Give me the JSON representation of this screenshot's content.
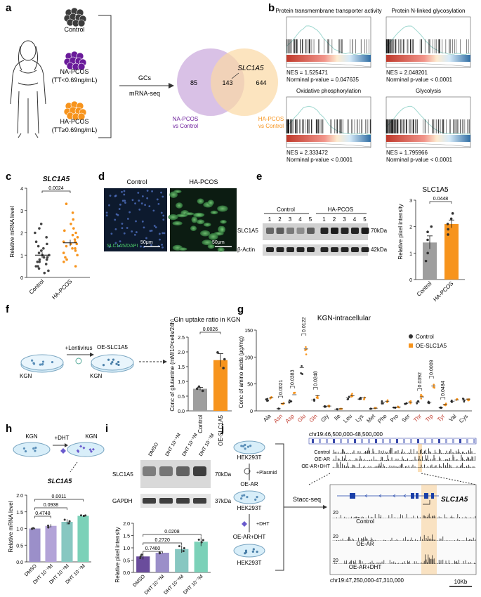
{
  "panels": [
    "a",
    "b",
    "c",
    "d",
    "e",
    "f",
    "g",
    "h",
    "i",
    "j"
  ],
  "a": {
    "groups": [
      {
        "label": "Control",
        "color": "#3d3d3d"
      },
      {
        "label": "NA-PCOS",
        "sub": "(TT<0.69ng/mL)",
        "color": "#6a1b9a"
      },
      {
        "label": "HA-PCOS",
        "sub": "(TT≥0.69ng/mL)",
        "color": "#f7941d"
      }
    ],
    "arrow_top": "GCs",
    "arrow_bottom": "mRNA-seq",
    "venn": {
      "left_only": "85",
      "overlap": "143",
      "right_only": "644",
      "gene": "SLC1A5",
      "left_label": [
        "NA-PCOS",
        "vs Control"
      ],
      "right_label": [
        "HA-PCOS",
        "vs Control"
      ],
      "left_color": "#c9a7dc",
      "right_color": "#fbd9a4"
    }
  },
  "b": {
    "plots": [
      {
        "title": "Protein transmembrane transporter activity",
        "nes": "NES = 1.525471",
        "p": "Norminal p-value = 0.047635"
      },
      {
        "title": "Protein N-linked glycosylation",
        "nes": "NES = 2.048201",
        "p": "Norminal p-value < 0.0001"
      },
      {
        "title": "Oxidative phosphorylation",
        "nes": "NES = 2.333472",
        "p": "Norminal p-value < 0.0001"
      },
      {
        "title": "Glycolysis",
        "nes": "NES = 1.795966",
        "p": "Norminal p-value < 0.0001"
      }
    ]
  },
  "chart_data": [
    {
      "panel": "c",
      "type": "scatter",
      "title": "SLC1A5",
      "ylabel": "Relative mRNA level",
      "categories": [
        "Control",
        "HA-PCOS"
      ],
      "ylim": [
        0,
        4
      ],
      "yticks": [
        0,
        1,
        2,
        3,
        4
      ],
      "series": [
        {
          "name": "Control",
          "mean": 1.0,
          "sem": 0.13,
          "color": "#444444",
          "values": [
            0.2,
            0.3,
            0.4,
            0.5,
            0.5,
            0.6,
            0.7,
            0.7,
            0.8,
            0.8,
            0.9,
            0.9,
            1.0,
            1.0,
            1.1,
            1.2,
            1.2,
            1.3,
            1.4,
            1.5,
            1.6,
            1.8,
            2.0,
            2.2,
            2.4
          ]
        },
        {
          "name": "HA-PCOS",
          "mean": 1.55,
          "sem": 0.14,
          "color": "#f7941d",
          "values": [
            0.5,
            0.7,
            0.8,
            0.9,
            1.0,
            1.1,
            1.2,
            1.3,
            1.3,
            1.4,
            1.5,
            1.5,
            1.6,
            1.6,
            1.7,
            1.8,
            1.9,
            2.0,
            2.1,
            2.2,
            2.4,
            2.6,
            2.9,
            3.3
          ]
        }
      ],
      "annotation": "0.0024"
    },
    {
      "panel": "e",
      "type": "bar",
      "title": "SLC1A5",
      "ylabel": "Relative pixel intensity",
      "categories": [
        "Control",
        "HA-PCOS"
      ],
      "values": [
        1.4,
        2.1
      ],
      "errors": [
        0.25,
        0.15
      ],
      "points": [
        [
          0.7,
          1.0,
          1.5,
          1.8,
          2.0
        ],
        [
          1.7,
          1.9,
          2.1,
          2.3,
          2.5
        ]
      ],
      "colors": [
        "#9e9e9e",
        "#f7941d"
      ],
      "ylim": [
        0,
        3
      ],
      "yticks": [
        0,
        1,
        2,
        3
      ],
      "annotation": "0.0448"
    },
    {
      "panel": "f",
      "type": "bar",
      "title": "Gln uptake ratio\nin KGN",
      "ylabel": "Conc of glutamine\n(mM/10⁶cells/24h)",
      "categories": [
        "Control",
        "OE-SLC1A5"
      ],
      "values": [
        0.75,
        1.72
      ],
      "errors": [
        0.05,
        0.22
      ],
      "points": [
        [
          0.68,
          0.75,
          0.82
        ],
        [
          1.45,
          1.75,
          1.98
        ]
      ],
      "colors": [
        "#9e9e9e",
        "#f7941d"
      ],
      "ylim": [
        0,
        2.5
      ],
      "yticks": [
        0.0,
        0.5,
        1.0,
        1.5,
        2.0,
        2.5
      ],
      "annotation": "0.0026"
    },
    {
      "panel": "g",
      "type": "scatter",
      "title": "KGN-intracellular",
      "ylabel": "Conc of amino acids (μg/mg)",
      "ylim": [
        0,
        150
      ],
      "yticks": [
        0,
        50,
        100,
        150
      ],
      "categories": [
        "Ala",
        "Asn",
        "Asp",
        "Glu",
        "Gln",
        "Gly",
        "Ile",
        "Leu",
        "Lys",
        "Met",
        "Phe",
        "Pro",
        "Ser",
        "Thr",
        "Trp",
        "Tyr",
        "Val",
        "Cys"
      ],
      "highlight": [
        "Asn",
        "Asp",
        "Glu",
        "Gln",
        "Thr",
        "Trp",
        "Tyr"
      ],
      "series": [
        {
          "name": "Control",
          "color": "#333333",
          "values": [
            20,
            4,
            18,
            80,
            20,
            8,
            3,
            24,
            22,
            4,
            16,
            6,
            14,
            16,
            16,
            6,
            18,
            20
          ]
        },
        {
          "name": "OE-SLC1A5",
          "color": "#f7941d",
          "values": [
            24,
            14,
            30,
            115,
            28,
            9,
            4,
            28,
            24,
            5,
            18,
            7,
            16,
            26,
            46,
            12,
            20,
            22
          ]
        }
      ],
      "annotations": [
        {
          "cat": "Asn",
          "text": "0.0021"
        },
        {
          "cat": "Asp",
          "text": "0.0383"
        },
        {
          "cat": "Glu",
          "text": "0.0122"
        },
        {
          "cat": "Gln",
          "text": "0.0248"
        },
        {
          "cat": "Thr",
          "text": "0.0392"
        },
        {
          "cat": "Trp",
          "text": "0.0009"
        },
        {
          "cat": "Tyr",
          "text": "0.0484"
        }
      ]
    },
    {
      "panel": "h",
      "type": "bar",
      "title": "SLC1A5",
      "ylabel": "Relative mRNA level",
      "categories": [
        "DMSO",
        "DHT 10⁻⁹M",
        "DHT 10⁻⁸M",
        "DHT 10⁻⁷M"
      ],
      "values": [
        1.0,
        1.08,
        1.2,
        1.38
      ],
      "errors": [
        0.02,
        0.05,
        0.08,
        0.03
      ],
      "colors": [
        "#9b8fc9",
        "#b3a3d8",
        "#87c7c1",
        "#7bd1b8"
      ],
      "ylim": [
        0,
        2.0
      ],
      "yticks": [
        0.0,
        0.5,
        1.0,
        1.5,
        2.0
      ],
      "annotations": [
        {
          "from": 0,
          "to": 1,
          "text": "0.4748"
        },
        {
          "from": 0,
          "to": 2,
          "text": "0.0938"
        },
        {
          "from": 0,
          "to": 3,
          "text": "0.0011"
        }
      ]
    },
    {
      "panel": "i",
      "type": "bar",
      "title": "",
      "ylabel": "Relative pixel intensity",
      "categories": [
        "DMSO",
        "DHT 10⁻⁹M",
        "DHT 10⁻⁸M",
        "DHT 10⁻⁷M"
      ],
      "values": [
        0.65,
        0.8,
        0.95,
        1.25
      ],
      "errors": [
        0.12,
        0.02,
        0.15,
        0.18
      ],
      "colors": [
        "#6a4c9c",
        "#9b8fc9",
        "#87c7c1",
        "#7bd1b8"
      ],
      "ylim": [
        0,
        2.0
      ],
      "yticks": [
        0.0,
        0.5,
        1.0,
        1.5,
        2.0
      ],
      "annotations": [
        {
          "from": 0,
          "to": 1,
          "text": "0.7460"
        },
        {
          "from": 0,
          "to": 2,
          "text": "0.2720"
        },
        {
          "from": 0,
          "to": 3,
          "text": "0.0208"
        }
      ]
    }
  ],
  "d": {
    "left": "Control",
    "right": "HA-PCOS",
    "stain": "SLC1A5/DAPI",
    "scale": "50μm"
  },
  "e": {
    "group1": "Control",
    "group2": "HA-PCOS",
    "lanes": [
      "1",
      "2",
      "3",
      "4",
      "5",
      "1",
      "2",
      "3",
      "4",
      "5"
    ],
    "row1": "SLC1A5",
    "row1_kda": "70kDa",
    "row2": "β-Actin",
    "row2_kda": "42kDa"
  },
  "f": {
    "cell": "KGN",
    "arrow": "+Lentivirus",
    "oe": "OE-SLC1A5",
    "oe_cell": "KGN"
  },
  "h": {
    "cell1": "KGN",
    "cell2": "KGN",
    "arrow": "+DHT"
  },
  "i": {
    "lanes": [
      "DMSO",
      "DHT 10⁻⁹M",
      "DHT 10⁻⁸M",
      "DHT 10⁻⁷M"
    ],
    "row1": "SLC1A5",
    "row1_kda": "70kDa",
    "row2": "GAPDH",
    "row2_kda": "37kDa"
  },
  "j": {
    "cell": "HEK293T",
    "plasmid": "+Plasmid",
    "oe_ar": "OE-AR",
    "dht": "+DHT",
    "oe_ar_dht": "OE-AR+DHT",
    "coord_top": "chr19:46,500,000-48,500,000",
    "tracks": [
      "Control",
      "OE-AR",
      "OE-AR+DHT"
    ],
    "method": "Stacc-seq",
    "gene": "SLC1A5",
    "track_max": "20",
    "coord_bottom": "chr19:47,250,000-47,310,000",
    "scale": "10Kb"
  }
}
